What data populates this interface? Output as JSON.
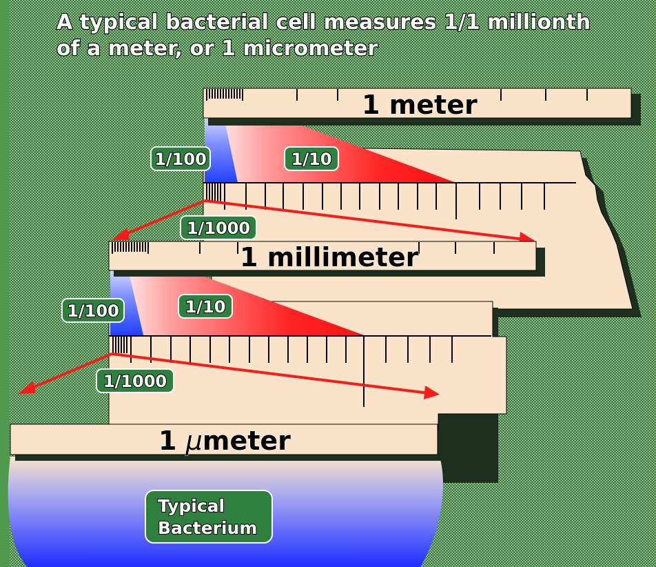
{
  "title": {
    "line1": "A typical bacterial cell measures 1/1 millionth",
    "line2": "of a meter, or 1 micrometer"
  },
  "rulers": {
    "meter": {
      "label": "1 meter",
      "fraction_large": "1/100",
      "fraction_small": "1/10",
      "fraction_tiny": "1/1000"
    },
    "millimeter": {
      "label": "1 millimeter",
      "fraction_large": "1/100",
      "fraction_small": "1/10",
      "fraction_tiny": "1/1000"
    },
    "micrometer": {
      "label_prefix": "1 ",
      "label_symbol": "μ",
      "label_suffix": "meter"
    }
  },
  "bacterium": {
    "line1": "Typical",
    "line2": "Bacterium"
  },
  "colors": {
    "background": "#4f9a4f",
    "ruler_fill": "#fbe3c9",
    "label_box": "#2f7f3f",
    "arrow": "#ff1a1a",
    "wedge_red": "#ff2020",
    "wedge_blue": "#1f3fff",
    "cell_blue": "#1f2fff"
  }
}
